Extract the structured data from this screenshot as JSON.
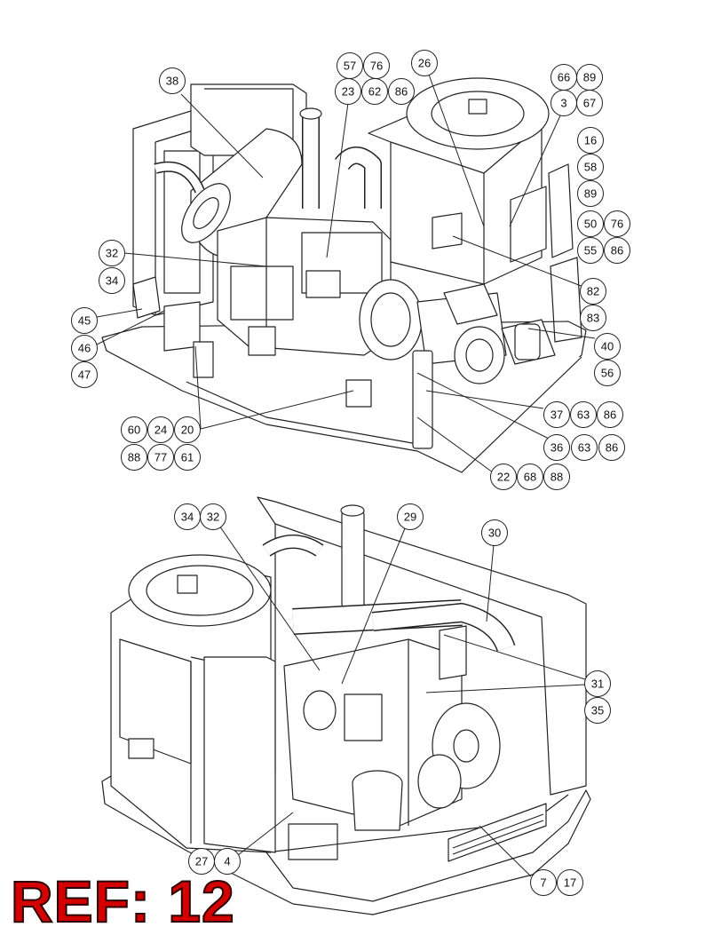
{
  "reference_label": "REF: 12",
  "callouts": {
    "c57": "57",
    "c76a": "76",
    "c26": "26",
    "c66": "66",
    "c89a": "89",
    "c38": "38",
    "c23": "23",
    "c62a": "62",
    "c86a": "86",
    "c3": "3",
    "c67": "67",
    "c16": "16",
    "c58": "58",
    "c89b": "89",
    "c50": "50",
    "c76b": "76",
    "c55": "55",
    "c86b": "86",
    "c32a": "32",
    "c34a": "34",
    "c82": "82",
    "c83": "83",
    "c45": "45",
    "c46": "46",
    "c47": "47",
    "c40": "40",
    "c56": "56",
    "c37": "37",
    "c63a": "63",
    "c86c": "86",
    "c36": "36",
    "c63b": "63",
    "c86d": "86",
    "c60": "60",
    "c24": "24",
    "c20": "20",
    "c88a": "88",
    "c77": "77",
    "c61": "61",
    "c22": "22",
    "c68": "68",
    "c88b": "88",
    "c34b": "34",
    "c32b": "32",
    "c29": "29",
    "c30": "30",
    "c31": "31",
    "c35": "35",
    "c27": "27",
    "c4": "4",
    "c7": "7",
    "c17": "17"
  }
}
